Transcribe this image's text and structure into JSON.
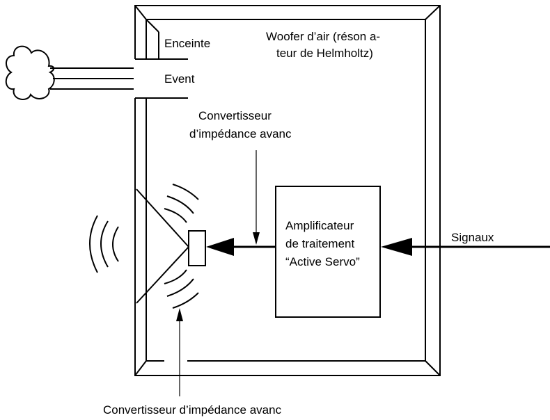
{
  "labels": {
    "enceinte": "Enceinte",
    "woofer_line1": "Woofer d’air (réson a-",
    "woofer_line2": "teur de Helmholtz)",
    "event": "Event",
    "converter_top_line1": "Convertisseur",
    "converter_top_line2": "d’impédance avanc",
    "amp_line1": "Amplificateur",
    "amp_line2": "de traitement",
    "amp_line3": "“Active Servo”",
    "signaux": "Signaux",
    "converter_bottom": "Convertisseur d’impédance avanc"
  },
  "colors": {
    "stroke": "#000000",
    "background": "#ffffff"
  }
}
